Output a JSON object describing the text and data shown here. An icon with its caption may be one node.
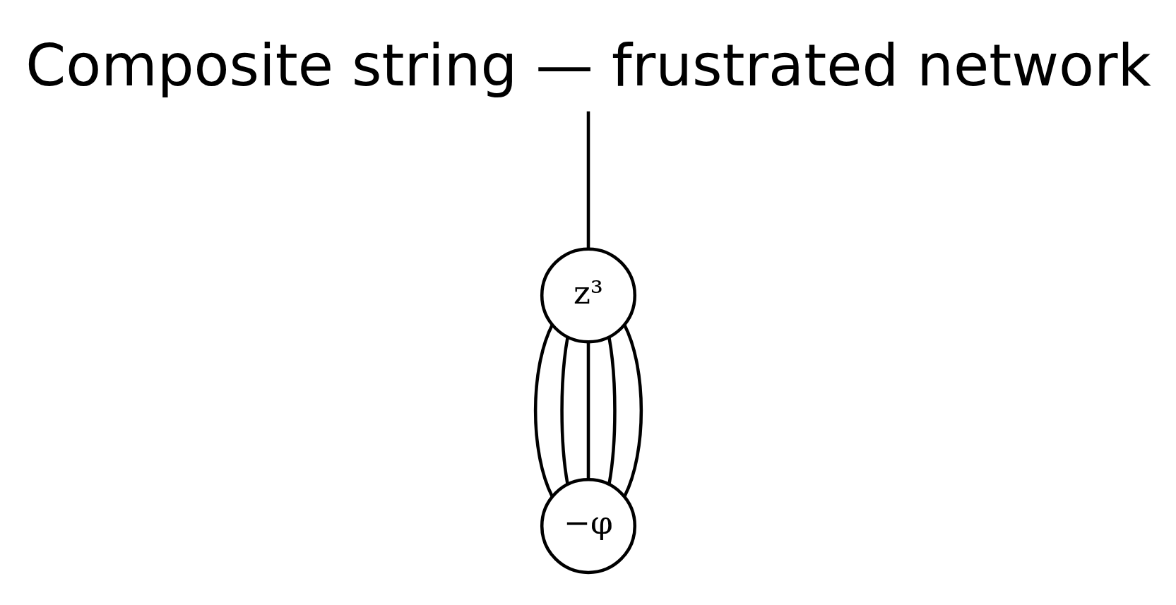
{
  "diagram": {
    "title": "Composite string — frustrated network",
    "nodes": [
      {
        "text": [
          "z³"
        ]
      },
      {
        "text": [
          "−φ"
        ]
      }
    ],
    "edges": [
      {
        "from": null,
        "to": 0,
        "arrow": "none"
      },
      {
        "from": 0,
        "to": 1,
        "arrow": "none"
      },
      {
        "from": 0,
        "to": 1,
        "arrow": "none"
      },
      {
        "from": 0,
        "to": 1,
        "arrow": "none"
      },
      {
        "from": 0,
        "to": 1,
        "arrow": "none"
      },
      {
        "from": 0,
        "to": 1,
        "arrow": "none"
      }
    ]
  }
}
